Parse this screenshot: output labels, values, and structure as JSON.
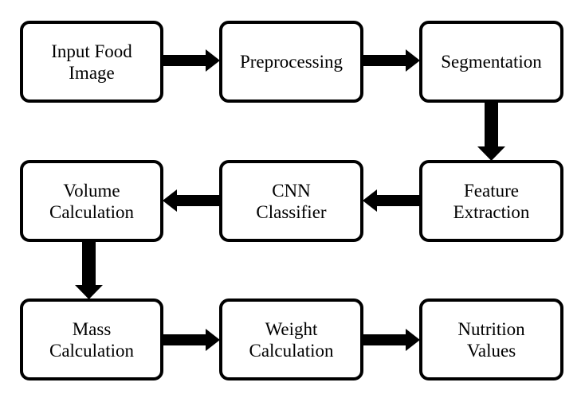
{
  "diagram": {
    "nodes": [
      {
        "id": "input-food-image",
        "label": "Input Food\nImage"
      },
      {
        "id": "preprocessing",
        "label": "Preprocessing"
      },
      {
        "id": "segmentation",
        "label": "Segmentation"
      },
      {
        "id": "feature-extraction",
        "label": "Feature\nExtraction"
      },
      {
        "id": "cnn-classifier",
        "label": "CNN\nClassifier"
      },
      {
        "id": "volume-calculation",
        "label": "Volume\nCalculation"
      },
      {
        "id": "mass-calculation",
        "label": "Mass\nCalculation"
      },
      {
        "id": "weight-calculation",
        "label": "Weight\nCalculation"
      },
      {
        "id": "nutrition-values",
        "label": "Nutrition\nValues"
      }
    ],
    "edges": [
      {
        "from": "input-food-image",
        "to": "preprocessing"
      },
      {
        "from": "preprocessing",
        "to": "segmentation"
      },
      {
        "from": "segmentation",
        "to": "feature-extraction"
      },
      {
        "from": "feature-extraction",
        "to": "cnn-classifier"
      },
      {
        "from": "cnn-classifier",
        "to": "volume-calculation"
      },
      {
        "from": "volume-calculation",
        "to": "mass-calculation"
      },
      {
        "from": "mass-calculation",
        "to": "weight-calculation"
      },
      {
        "from": "weight-calculation",
        "to": "nutrition-values"
      }
    ],
    "colors": {
      "stroke": "#000000",
      "fill": "#ffffff"
    }
  }
}
